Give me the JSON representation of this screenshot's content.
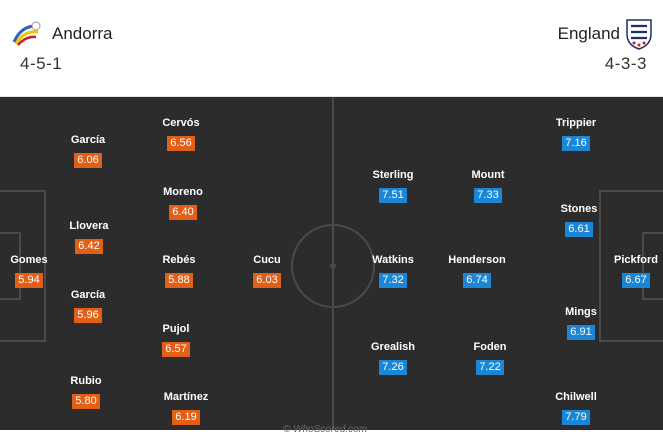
{
  "home": {
    "name": "Andorra",
    "formation": "4-5-1",
    "color": "#e15f16",
    "logo_icon": "andorra-federation-logo",
    "players": [
      {
        "name": "Gomes",
        "rating": "5.94"
      },
      {
        "name": "García",
        "rating": "6.06"
      },
      {
        "name": "Llovera",
        "rating": "6.42"
      },
      {
        "name": "García",
        "rating": "5.96"
      },
      {
        "name": "Rubio",
        "rating": "5.80"
      },
      {
        "name": "Cervós",
        "rating": "6.56"
      },
      {
        "name": "Moreno",
        "rating": "6.40"
      },
      {
        "name": "Rebés",
        "rating": "5.88"
      },
      {
        "name": "Pujol",
        "rating": "6.57"
      },
      {
        "name": "Martínez",
        "rating": "6.19"
      },
      {
        "name": "Cucu",
        "rating": "6.03"
      }
    ]
  },
  "away": {
    "name": "England",
    "formation": "4-3-3",
    "color": "#1b86d6",
    "logo_icon": "england-three-lions-crest",
    "players": [
      {
        "name": "Trippier",
        "rating": "7.16"
      },
      {
        "name": "Stones",
        "rating": "6.61"
      },
      {
        "name": "Mings",
        "rating": "6.91"
      },
      {
        "name": "Chilwell",
        "rating": "7.79"
      },
      {
        "name": "Pickford",
        "rating": "6.67"
      },
      {
        "name": "Mount",
        "rating": "7.33"
      },
      {
        "name": "Henderson",
        "rating": "6.74"
      },
      {
        "name": "Foden",
        "rating": "7.22"
      },
      {
        "name": "Sterling",
        "rating": "7.51"
      },
      {
        "name": "Watkins",
        "rating": "7.32"
      },
      {
        "name": "Grealish",
        "rating": "7.26"
      }
    ]
  },
  "pitch_color": "#2c2c2c",
  "watermark": "© WhoScored.com"
}
